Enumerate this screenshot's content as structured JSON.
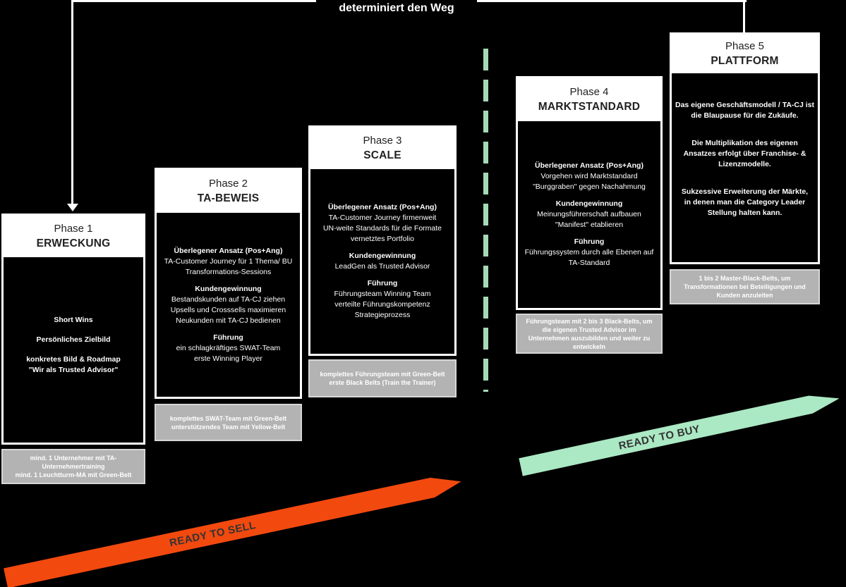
{
  "title": "determiniert den Weg",
  "divider_color": "#a6d9b7",
  "arrows": {
    "sell": {
      "label": "READY TO SELL",
      "color": "#f2490f"
    },
    "buy": {
      "label": "READY TO BUY",
      "color": "#abe8c4"
    }
  },
  "phases": [
    {
      "label": "Phase 1",
      "name": "ERWECKUNG",
      "groups": [
        {
          "lines": [
            {
              "text": "Short Wins",
              "bold": true
            }
          ]
        },
        {
          "lines": [
            {
              "text": "Persönliches Zielbild",
              "bold": true
            }
          ]
        },
        {
          "lines": [
            {
              "text": "konkretes Bild & Roadmap",
              "bold": true
            },
            {
              "text": "\"Wir als Trusted Advisor\"",
              "bold": true
            }
          ]
        }
      ],
      "footnote": [
        "mind. 1 Unternehmer mit TA-Unternehmertraining",
        "mind. 1 Leuchtturm-MA mit Green-Belt"
      ]
    },
    {
      "label": "Phase 2",
      "name": "TA-BEWEIS",
      "groups": [
        {
          "lines": [
            {
              "text": "Überlegener Ansatz (Pos+Ang)",
              "bold": true
            },
            {
              "text": "TA-Customer Journey für 1 Thema/ BU",
              "bold": false
            },
            {
              "text": "Transformations-Sessions",
              "bold": false
            }
          ]
        },
        {
          "lines": [
            {
              "text": "Kundengewinnung",
              "bold": true
            },
            {
              "text": "Bestandskunden auf TA-CJ ziehen",
              "bold": false
            },
            {
              "text": "Upsells und Crosssells maximieren",
              "bold": false
            },
            {
              "text": "Neukunden mit TA-CJ bedienen",
              "bold": false
            }
          ]
        },
        {
          "lines": [
            {
              "text": "Führung",
              "bold": true
            },
            {
              "text": "ein schlagkräftiges SWAT-Team",
              "bold": false
            },
            {
              "text": "erste Winning Player",
              "bold": false
            }
          ]
        }
      ],
      "footnote": [
        "komplettes SWAT-Team mit Green-Belt",
        "unterstützendes Team mit Yellow-Belt"
      ]
    },
    {
      "label": "Phase 3",
      "name": "SCALE",
      "groups": [
        {
          "lines": [
            {
              "text": "Überlegener Ansatz (Pos+Ang)",
              "bold": true
            },
            {
              "text": "TA-Customer Journey firmenweit",
              "bold": false
            },
            {
              "text": "UN-weite Standards für die Formate",
              "bold": false
            },
            {
              "text": "vernetztes Portfolio",
              "bold": false
            }
          ]
        },
        {
          "lines": [
            {
              "text": "Kundengewinnung",
              "bold": true
            },
            {
              "text": "LeadGen als Trusted Advisor",
              "bold": false
            }
          ]
        },
        {
          "lines": [
            {
              "text": "Führung",
              "bold": true
            },
            {
              "text": "Führungsteam Winning Team",
              "bold": false
            },
            {
              "text": "verteilte Führungskompetenz",
              "bold": false
            },
            {
              "text": "Strategieprozess",
              "bold": false
            }
          ]
        }
      ],
      "footnote": [
        "komplettes Führungsteam mit Green-Belt",
        "erste Black Belts (Train the Trainer)"
      ]
    },
    {
      "label": "Phase 4",
      "name": "MARKTSTANDARD",
      "groups": [
        {
          "lines": [
            {
              "text": "Überlegener Ansatz (Pos+Ang)",
              "bold": true
            },
            {
              "text": "Vorgehen wird Marktstandard",
              "bold": false
            },
            {
              "text": "\"Burggraben\" gegen Nachahmung",
              "bold": false
            }
          ]
        },
        {
          "lines": [
            {
              "text": "Kundengewinnung",
              "bold": true
            },
            {
              "text": "Meinungsführerschaft aufbauen",
              "bold": false
            },
            {
              "text": "\"Manifest\" etablieren",
              "bold": false
            }
          ]
        },
        {
          "lines": [
            {
              "text": "Führung",
              "bold": true
            },
            {
              "text": "Führungssystem durch alle Ebenen auf",
              "bold": false
            },
            {
              "text": "TA-Standard",
              "bold": false
            }
          ]
        }
      ],
      "footnote": [
        "Führungsteam mit 2 bis 3 Black-Belts, um die eigenen Trusted Advisor im Unternehmen auszubilden und weiter zu entwickeln"
      ]
    },
    {
      "label": "Phase 5",
      "name": "PLATTFORM",
      "groups": [
        {
          "lines": [
            {
              "text": "Das eigene Geschäftsmodell / TA-CJ ist",
              "bold": true
            },
            {
              "text": "die Blaupause für die Zukäufe.",
              "bold": true
            }
          ]
        },
        {
          "lines": [
            {
              "text": "Die Multiplikation des eigenen",
              "bold": true
            },
            {
              "text": "Ansatzes erfolgt über Franchise- &",
              "bold": true
            },
            {
              "text": "Lizenzmodelle.",
              "bold": true
            }
          ]
        },
        {
          "lines": [
            {
              "text": "Sukzessive Erweiterung der Märkte,",
              "bold": true
            },
            {
              "text": "in denen man die Category Leader",
              "bold": true
            },
            {
              "text": "Stellung halten kann.",
              "bold": true
            }
          ]
        }
      ],
      "footnote": [
        "1 bis 2 Master-Black-Belts, um Transformationen bei Beteiligungen und Kunden anzuleiten"
      ]
    }
  ]
}
